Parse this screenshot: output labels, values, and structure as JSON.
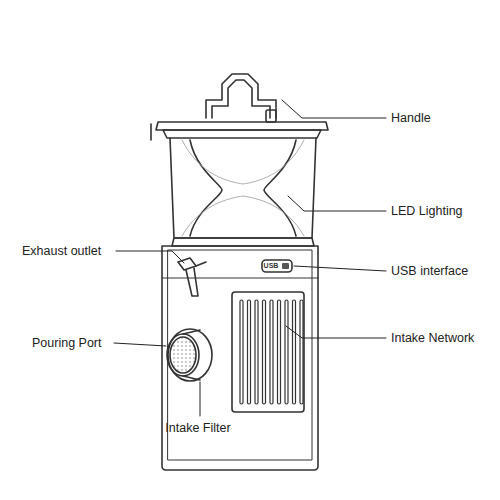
{
  "diagram": {
    "labels": [
      "Handle",
      "LED Lighting",
      "Exhaust outlet",
      "USB interface",
      "Pouring Port",
      "Intake Network",
      "Intake Filter",
      "USB"
    ]
  }
}
